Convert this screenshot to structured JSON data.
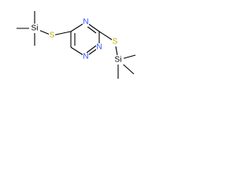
{
  "diagram": {
    "type": "chemical-structure",
    "colors": {
      "carbon": "#000000",
      "sulfur": "#b2b200",
      "silicon": "#000000",
      "nitrogen": "#3050f8"
    },
    "atoms": [
      {
        "id": "S1",
        "label": "S",
        "element": "S"
      },
      {
        "id": "Si1",
        "label": "Si",
        "element": "Si"
      },
      {
        "id": "N1",
        "label": "N",
        "element": "N"
      },
      {
        "id": "N2",
        "label": "N",
        "element": "N"
      },
      {
        "id": "N3",
        "label": "N",
        "element": "N"
      },
      {
        "id": "S2",
        "label": "S",
        "element": "S"
      },
      {
        "id": "Si2",
        "label": "Si",
        "element": "Si"
      }
    ]
  }
}
